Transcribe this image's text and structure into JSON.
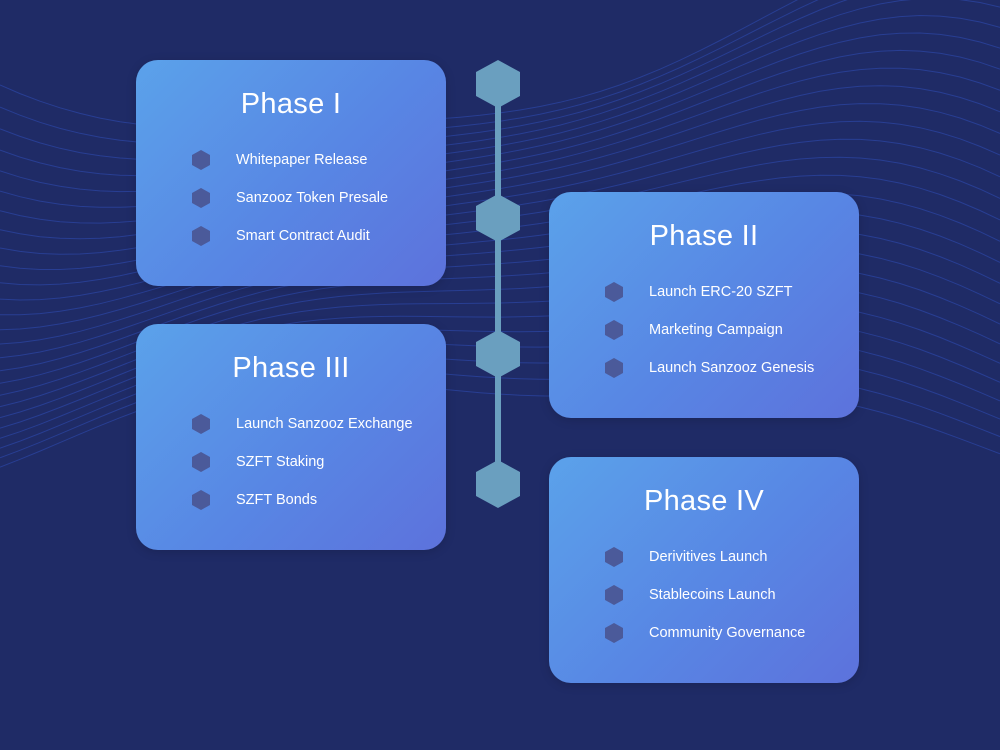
{
  "roadmap": {
    "phases": [
      {
        "title": "Phase I",
        "items": [
          "Whitepaper Release",
          "Sanzooz Token Presale",
          "Smart Contract Audit"
        ]
      },
      {
        "title": "Phase II",
        "items": [
          "Launch ERC-20 SZFT",
          "Marketing Campaign",
          "Launch Sanzooz Genesis"
        ]
      },
      {
        "title": "Phase III",
        "items": [
          "Launch Sanzooz Exchange",
          "SZFT Staking",
          "SZFT Bonds"
        ]
      },
      {
        "title": "Phase IV",
        "items": [
          "Derivitives Launch",
          "Stablecoins Launch",
          "Community Governance"
        ]
      }
    ]
  },
  "colors": {
    "background": "#1f2b66",
    "card_start": "#5ba2ea",
    "card_end": "#5d72dc",
    "bullet": "#4b5a9a",
    "timeline": "#6a9fbf",
    "text": "#ffffff"
  },
  "icons": {
    "bullet": "hexagon-icon",
    "timeline_node": "hexagon-node-icon"
  }
}
